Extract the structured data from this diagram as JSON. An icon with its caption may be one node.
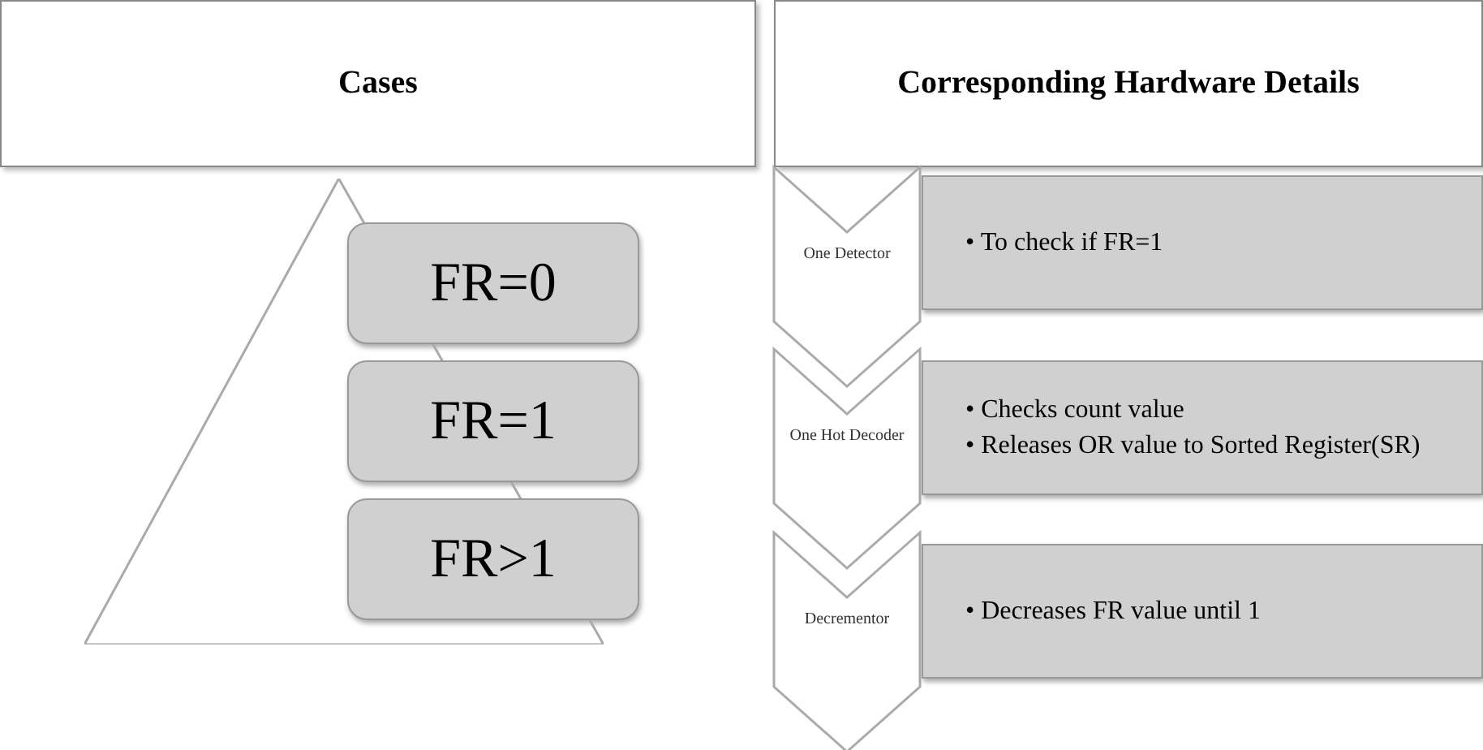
{
  "diagram": {
    "nodes": [
      {
        "text": [
          "Cases"
        ]
      },
      {
        "text": [
          "Corresponding Hardware Details"
        ]
      },
      {
        "text": [],
        "shape": "triangle"
      },
      {
        "text": [
          "FR=0"
        ]
      },
      {
        "text": [
          "FR=1"
        ]
      },
      {
        "text": [
          "FR>1"
        ]
      },
      {
        "text": [
          "One Detector"
        ]
      },
      {
        "text": [
          "• To check if FR=1"
        ]
      },
      {
        "text": [
          "One Hot Decoder"
        ]
      },
      {
        "text": [
          "• Checks count value",
          "• Releases OR value to Sorted Register(SR)"
        ]
      },
      {
        "text": [
          "Decrementor"
        ]
      },
      {
        "text": [
          "• Decreases FR value until 1"
        ]
      }
    ],
    "edges": []
  }
}
